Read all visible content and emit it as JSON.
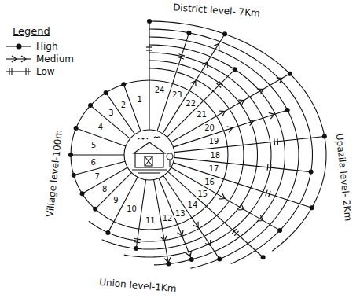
{
  "diagram": {
    "labels": [
      "Legend",
      "District level- 7Km",
      "Upazila level- 2Km",
      "Union level-1Km",
      "Village level-100m",
      "1",
      "2",
      "3",
      "4",
      "5",
      "6",
      "7",
      "8",
      "9",
      "10",
      "11",
      "12",
      "13",
      "14",
      "15",
      "16",
      "17",
      "18",
      "19",
      "20",
      "21",
      "22",
      "23",
      "24"
    ],
    "legend": [
      {
        "text": "High"
      },
      {
        "text": "Medium"
      },
      {
        "text": "Low"
      }
    ]
  }
}
